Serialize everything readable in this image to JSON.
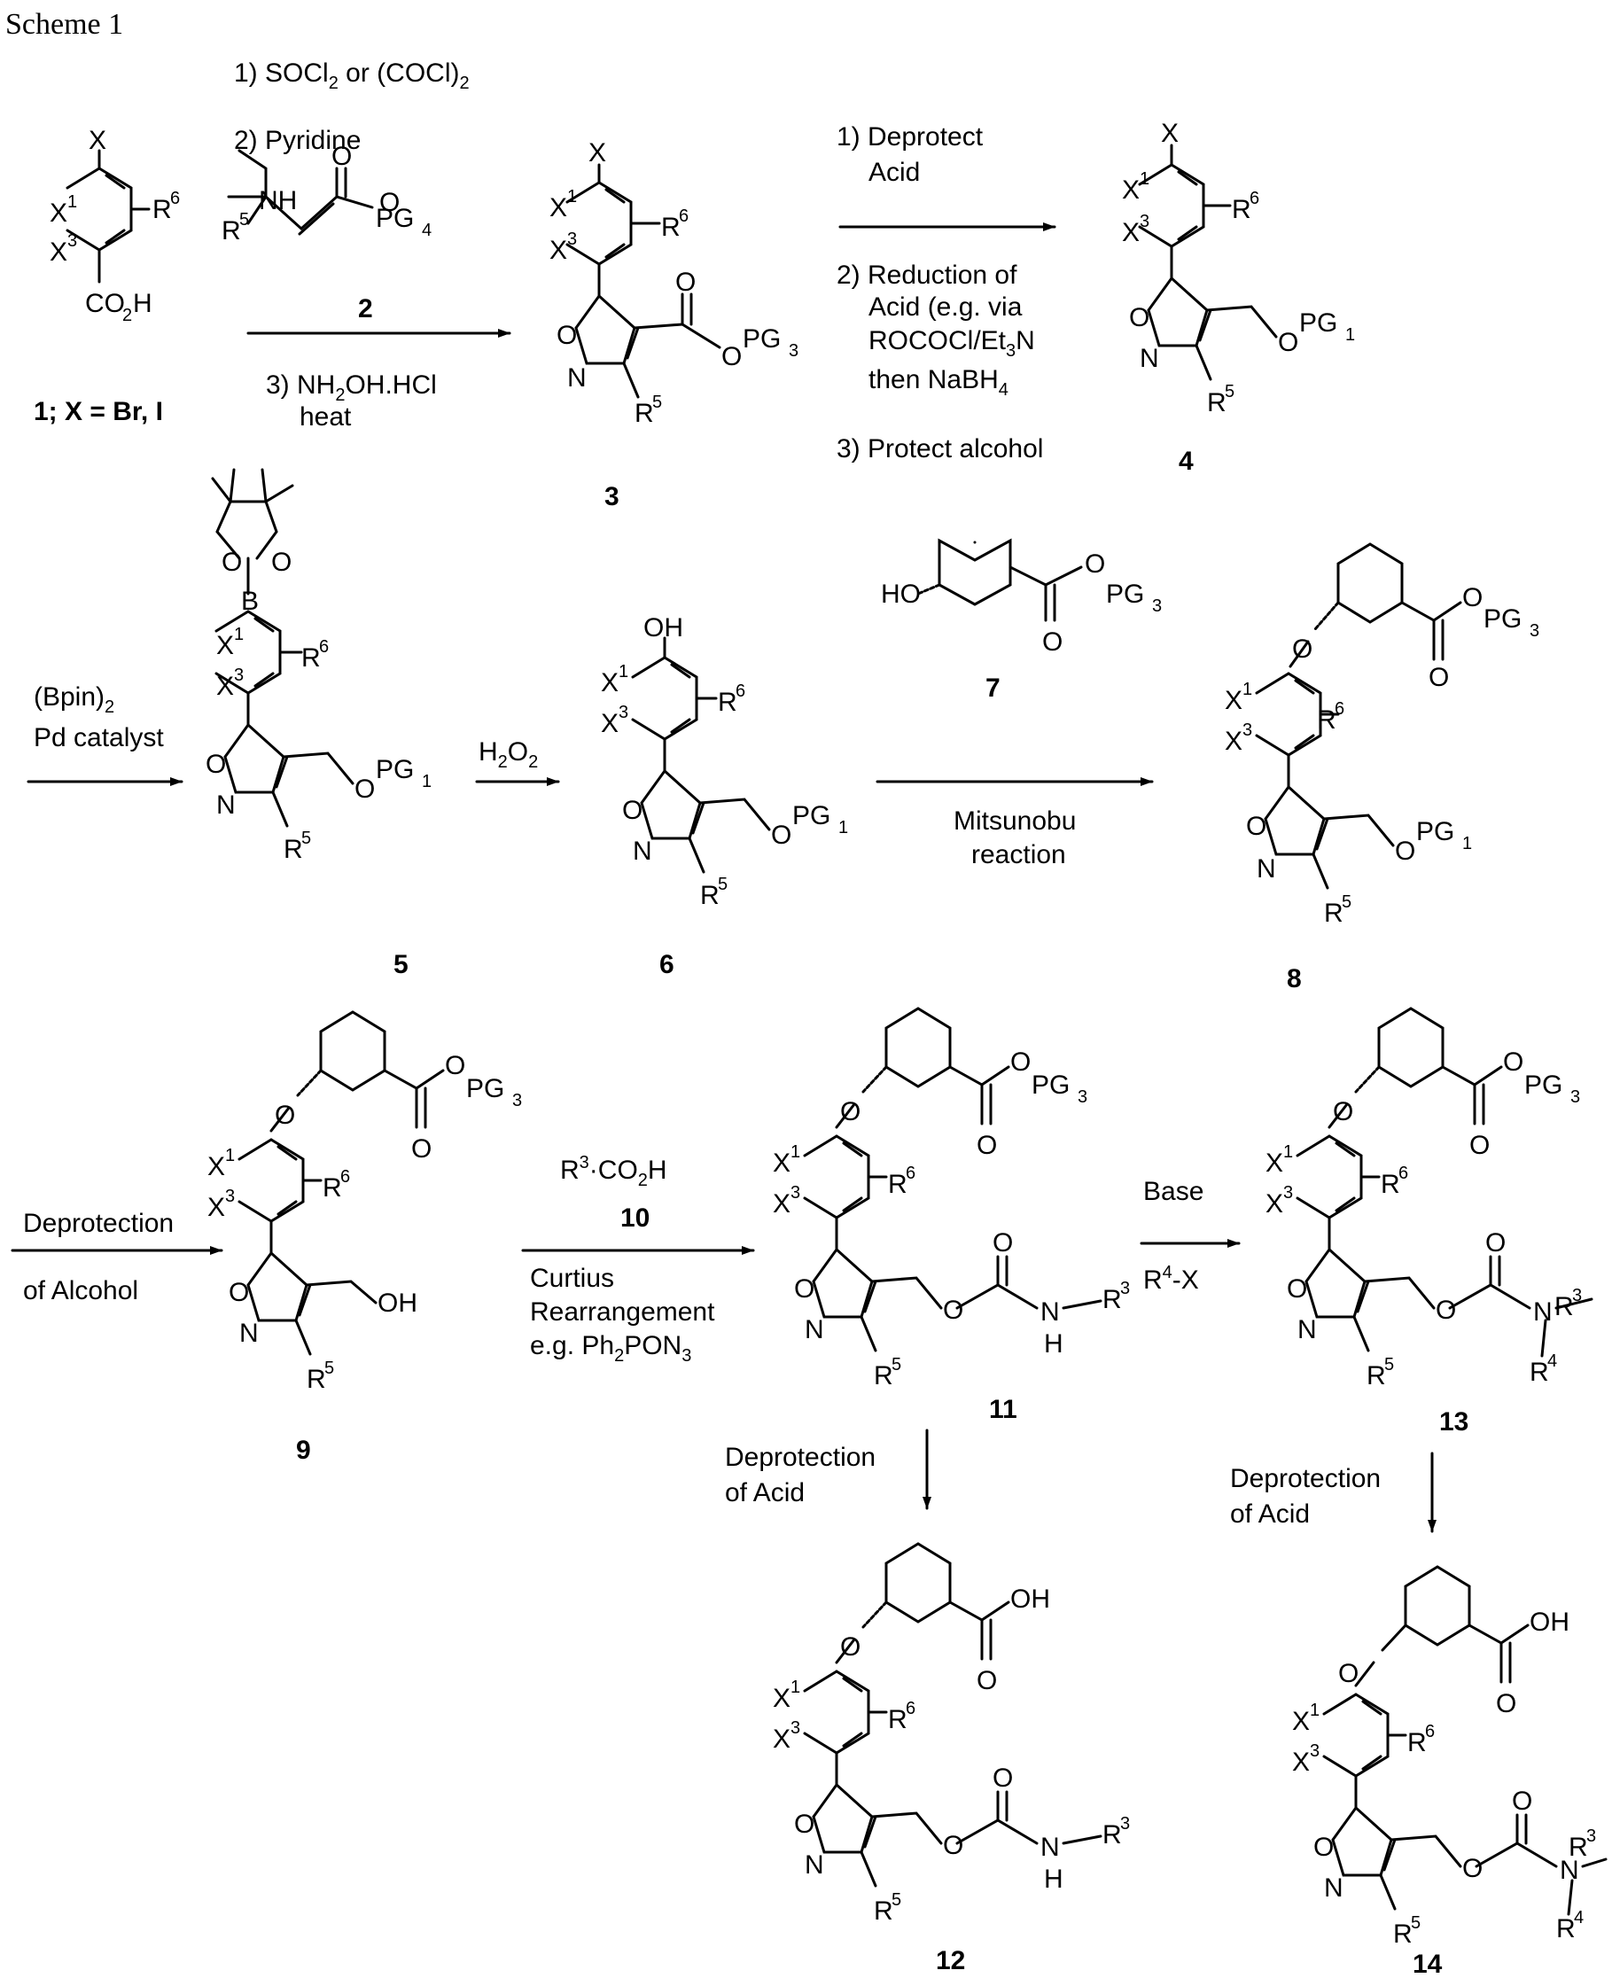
{
  "scheme_title": "Scheme 1",
  "compounds": {
    "c1": {
      "label": "1; X = Br, I"
    },
    "c2": {
      "label": "2"
    },
    "c3": {
      "label": "3"
    },
    "c4": {
      "label": "4"
    },
    "c5": {
      "label": "5"
    },
    "c6": {
      "label": "6"
    },
    "c7": {
      "label": "7"
    },
    "c8": {
      "label": "8"
    },
    "c9": {
      "label": "9"
    },
    "c10": {
      "label": "10"
    },
    "c11": {
      "label": "11"
    },
    "c12": {
      "label": "12"
    },
    "c13": {
      "label": "13"
    },
    "c14": {
      "label": "14"
    }
  },
  "atoms": {
    "X": "X",
    "X1": "X",
    "X1_sup": "1",
    "X3": "X",
    "X3_sup": "3",
    "R6": "R",
    "R6_sup": "6",
    "R5": "R",
    "R5_sup": "5",
    "R3": "R",
    "R3_sup": "3",
    "R4": "R",
    "R4_sup": "4",
    "O": "O",
    "N": "N",
    "H": "H",
    "B": "B",
    "OH": "OH",
    "HO": "HO",
    "NH": "NH",
    "CO2H": "CO",
    "CO2H_sub": "2",
    "CO2H_tail": "H",
    "PG": "PG",
    "PG1_sub": "1",
    "PG3_sub": "3",
    "PG4_sub": "4"
  },
  "reagents": {
    "step1_a": "1) SOCl",
    "step1_a_sub": "2",
    "step1_a_tail": " or (COCl)",
    "step1_a_tail_sub": "2",
    "step1_b": "2) Pyridine",
    "step1_c": "3) NH",
    "step1_c_sub": "2",
    "step1_c_tail": "OH.HCl",
    "step1_d": "heat",
    "step2_a": "1) Deprotect",
    "step2_b": "Acid",
    "step2_c": "2) Reduction of",
    "step2_d": "Acid (e.g. via",
    "step2_e": "ROCOCl/Et",
    "step2_e_sub": "3",
    "step2_e_tail": "N",
    "step2_f": "then NaBH",
    "step2_f_sub": "4",
    "step2_g": "3) Protect alcohol",
    "step3_a": "(Bpin)",
    "step3_a_sub": "2",
    "step3_b": "Pd catalyst",
    "step4_a": "H",
    "step4_a_sub1": "2",
    "step4_a_mid": "O",
    "step4_a_sub2": "2",
    "step5_a": "Mitsunobu",
    "step5_b": "reaction",
    "step6_a": "Deprotection",
    "step6_b": "of Alcohol",
    "step7_a": "R",
    "step7_a_sup": "3",
    "step7_a_tail": "·CO",
    "step7_a_sub": "2",
    "step7_a_end": "H",
    "step7_b": "Curtius",
    "step7_c": "Rearrangement",
    "step7_d": "e.g. Ph",
    "step7_d_sub1": "2",
    "step7_d_mid": "PON",
    "step7_d_sub2": "3",
    "step8_a": "Base",
    "step8_b": "R",
    "step8_b_sup": "4",
    "step8_b_tail": "-X",
    "step9_a": "Deprotection",
    "step9_b": "of Acid",
    "step10_a": "Deprotection",
    "step10_b": "of Acid"
  }
}
